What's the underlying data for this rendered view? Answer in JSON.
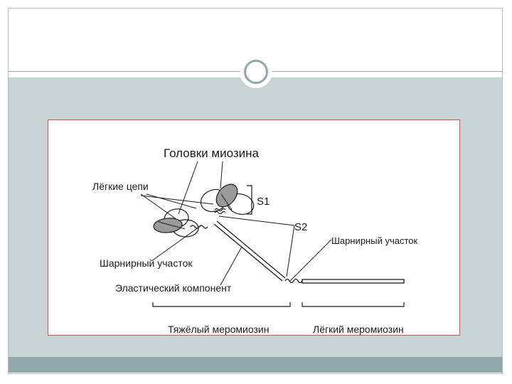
{
  "diagram": {
    "title": "Головки миозина",
    "light_chains": "Лёгкие цепи",
    "s1": "S1",
    "s2": "S2",
    "hinge_right": "Шарнирный участок",
    "hinge_left": "Шарнирный участок",
    "elastic": "Эластический компонент",
    "heavy_meromyosin": "Тяжёлый меромиозин",
    "light_meromyosin": "Лёгкий меромиозин"
  },
  "colors": {
    "content_bg": "#c8d3d5",
    "bottom_bar": "#8fa8aa",
    "panel_border": "#d9534f",
    "head_fill": "#9a9a9a"
  }
}
